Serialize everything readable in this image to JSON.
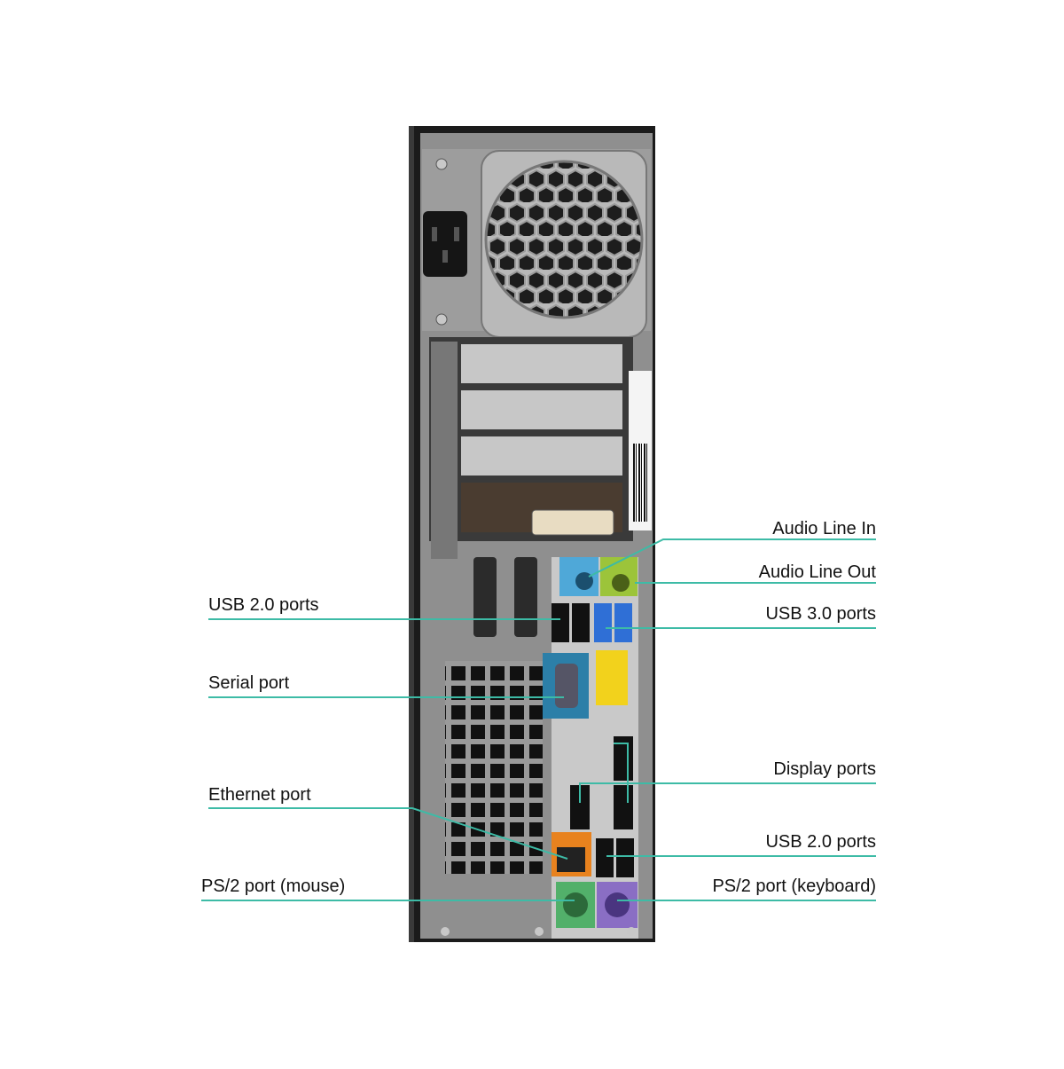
{
  "image": {
    "subject": "desktop-tower-rear-panel",
    "accent_line_color": "#3dbba6",
    "case_color": "#1c1c1c",
    "panel_color": "#8e8e8e",
    "port_colors": {
      "audio_in": "#4fa8d8",
      "audio_out": "#9cc43a",
      "serial": "#2c7fa8",
      "ethernet": "#e8821e",
      "ps2_mouse": "#52b06a",
      "ps2_keyboard": "#8a6ec4",
      "usb3": "#2f6fd6",
      "sticker": "#f2d21c"
    }
  },
  "labels": {
    "audio_line_in": "Audio Line In",
    "audio_line_out": "Audio Line Out",
    "usb20_top": "USB 2.0 ports",
    "usb30": "USB 3.0 ports",
    "serial": "Serial port",
    "display": "Display ports",
    "ethernet": "Ethernet port",
    "usb20_bottom": "USB 2.0 ports",
    "ps2_mouse": "PS/2 port (mouse)",
    "ps2_keyboard": "PS/2 port (keyboard)"
  }
}
